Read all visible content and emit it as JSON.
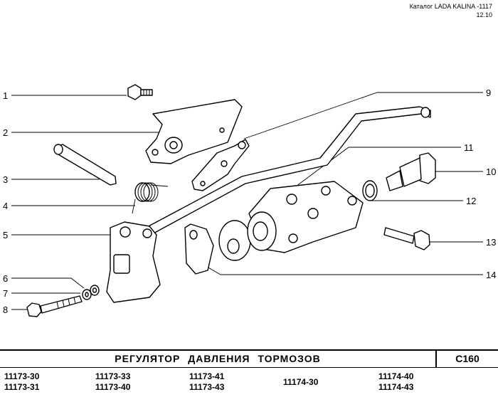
{
  "header": {
    "catalog": "Каталог LADA KALINA -1117",
    "date": "12.10"
  },
  "callouts": {
    "c1": "1",
    "c2": "2",
    "c3": "3",
    "c4": "4",
    "c5": "5",
    "c6": "6",
    "c7": "7",
    "c8": "8",
    "c9": "9",
    "c10": "10",
    "c11": "11",
    "c12": "12",
    "c13": "13",
    "c14": "14"
  },
  "title": {
    "name": "РЕГУЛЯТОР ДАВЛЕНИЯ ТОРМОЗОВ",
    "code": "C160"
  },
  "models": {
    "col1a": "11173-30",
    "col1b": "11173-31",
    "col2a": "11173-33",
    "col2b": "11173-40",
    "col3a": "11173-41",
    "col3b": "11173-43",
    "col4": "11174-30",
    "col5a": "11174-40",
    "col5b": "11174-43"
  }
}
